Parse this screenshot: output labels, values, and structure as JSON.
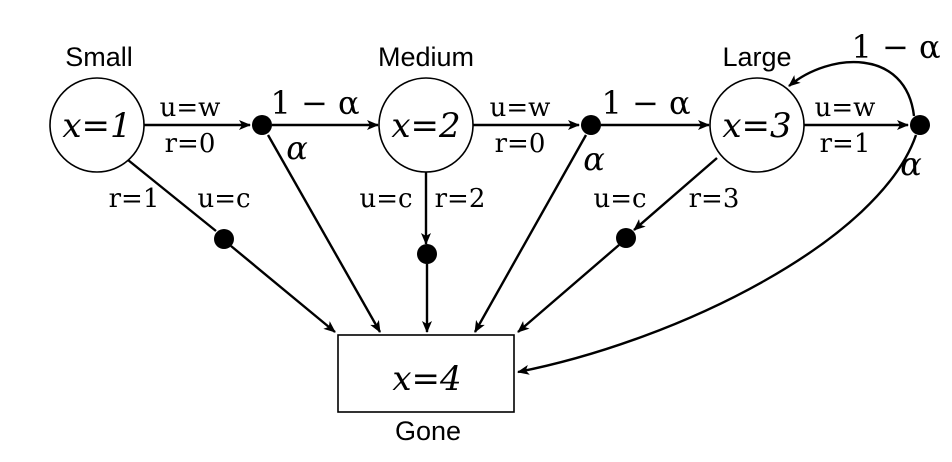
{
  "states": [
    {
      "id": "s1",
      "math": "x=1",
      "label": "Small"
    },
    {
      "id": "s2",
      "math": "x=2",
      "label": "Medium"
    },
    {
      "id": "s3",
      "math": "x=3",
      "label": "Large"
    }
  ],
  "terminal": {
    "math": "x=4",
    "label": "Gone"
  },
  "edge_labels": {
    "wait_action": "u=w",
    "catch_action": "u=c",
    "r0": "r=0",
    "r1": "r=1",
    "r2": "r=2",
    "r3": "r=3",
    "one_minus_alpha": "1 − α",
    "alpha": "α"
  }
}
